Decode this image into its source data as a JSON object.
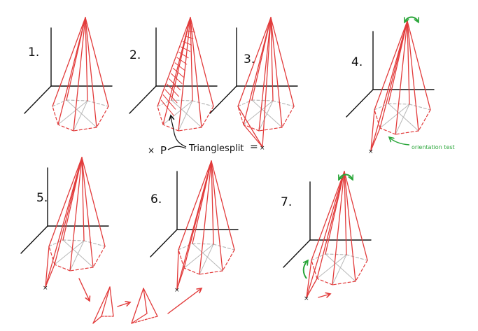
{
  "steps": [
    "1.",
    "2.",
    "3.",
    "4.",
    "5.",
    "6.",
    "7."
  ],
  "annotations": {
    "point_label": "P",
    "triangle_split": "Trianglesplit",
    "equals_sign": "=",
    "orientation_test": "orientation test",
    "cross_mark": "×"
  },
  "colors": {
    "edge": "#e23b3b",
    "hidden": "#b9b9b9",
    "axis": "#111111",
    "arrow": "#2aa63a"
  }
}
